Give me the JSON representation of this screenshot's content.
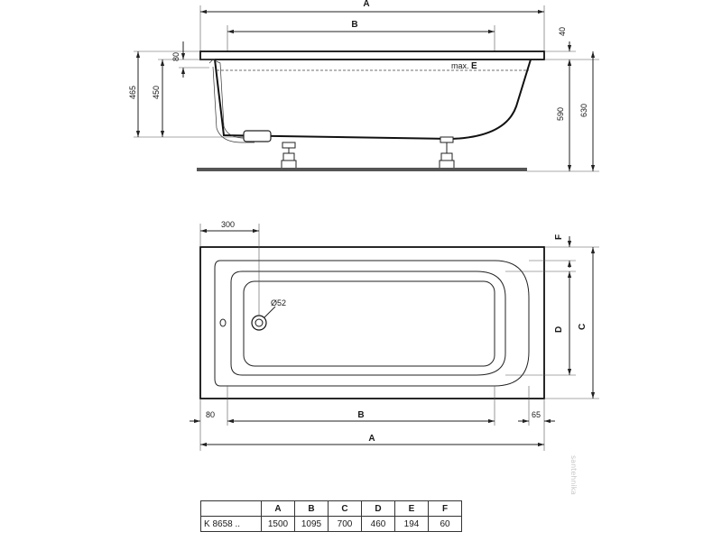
{
  "side_view": {
    "dim_A": "A",
    "dim_B": "B",
    "dim_top_rim": "40",
    "dim_overflow": "80",
    "dim_height_465": "465",
    "dim_height_450": "450",
    "dim_height_590": "590",
    "dim_height_630": "630",
    "water_level_label": "max.",
    "water_level_letter": "E"
  },
  "top_view": {
    "dim_300": "300",
    "dim_drain": "Ø52",
    "dim_F": "F",
    "dim_D": "D",
    "dim_C": "C",
    "dim_80": "80",
    "dim_B": "B",
    "dim_65": "65",
    "dim_A": "A"
  },
  "spec_table": {
    "headers": [
      "",
      "A",
      "B",
      "C",
      "D",
      "E",
      "F"
    ],
    "rows": [
      [
        "K 8658 ..",
        "1500",
        "1095",
        "700",
        "460",
        "194",
        "60"
      ]
    ]
  },
  "watermark": "santehnika"
}
